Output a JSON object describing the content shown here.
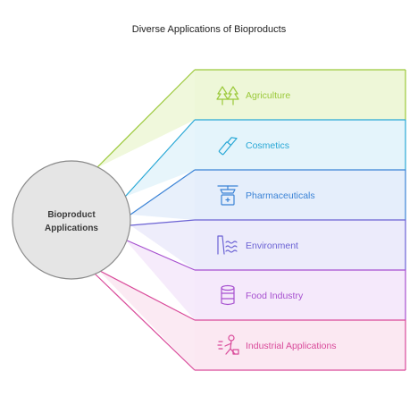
{
  "title": "Diverse Applications of Bioproducts",
  "hub": {
    "line1": "Bioproduct",
    "line2": "Applications"
  },
  "branches": [
    {
      "label": "Agriculture",
      "icon": "trees-icon",
      "color": "#9bc93a",
      "fill": "#eef7d8"
    },
    {
      "label": "Cosmetics",
      "icon": "lipstick-icon",
      "color": "#29a8d6",
      "fill": "#e4f4fb"
    },
    {
      "label": "Pharmaceuticals",
      "icon": "pharmacy-drone-icon",
      "color": "#3b83d6",
      "fill": "#e5eefb"
    },
    {
      "label": "Environment",
      "icon": "dam-water-icon",
      "color": "#6b62d4",
      "fill": "#ecebfb"
    },
    {
      "label": "Food Industry",
      "icon": "food-can-icon",
      "color": "#a64fcf",
      "fill": "#f5e9fb"
    },
    {
      "label": "Industrial Applications",
      "icon": "worker-icon",
      "color": "#d94a9a",
      "fill": "#fbe8f2"
    }
  ]
}
